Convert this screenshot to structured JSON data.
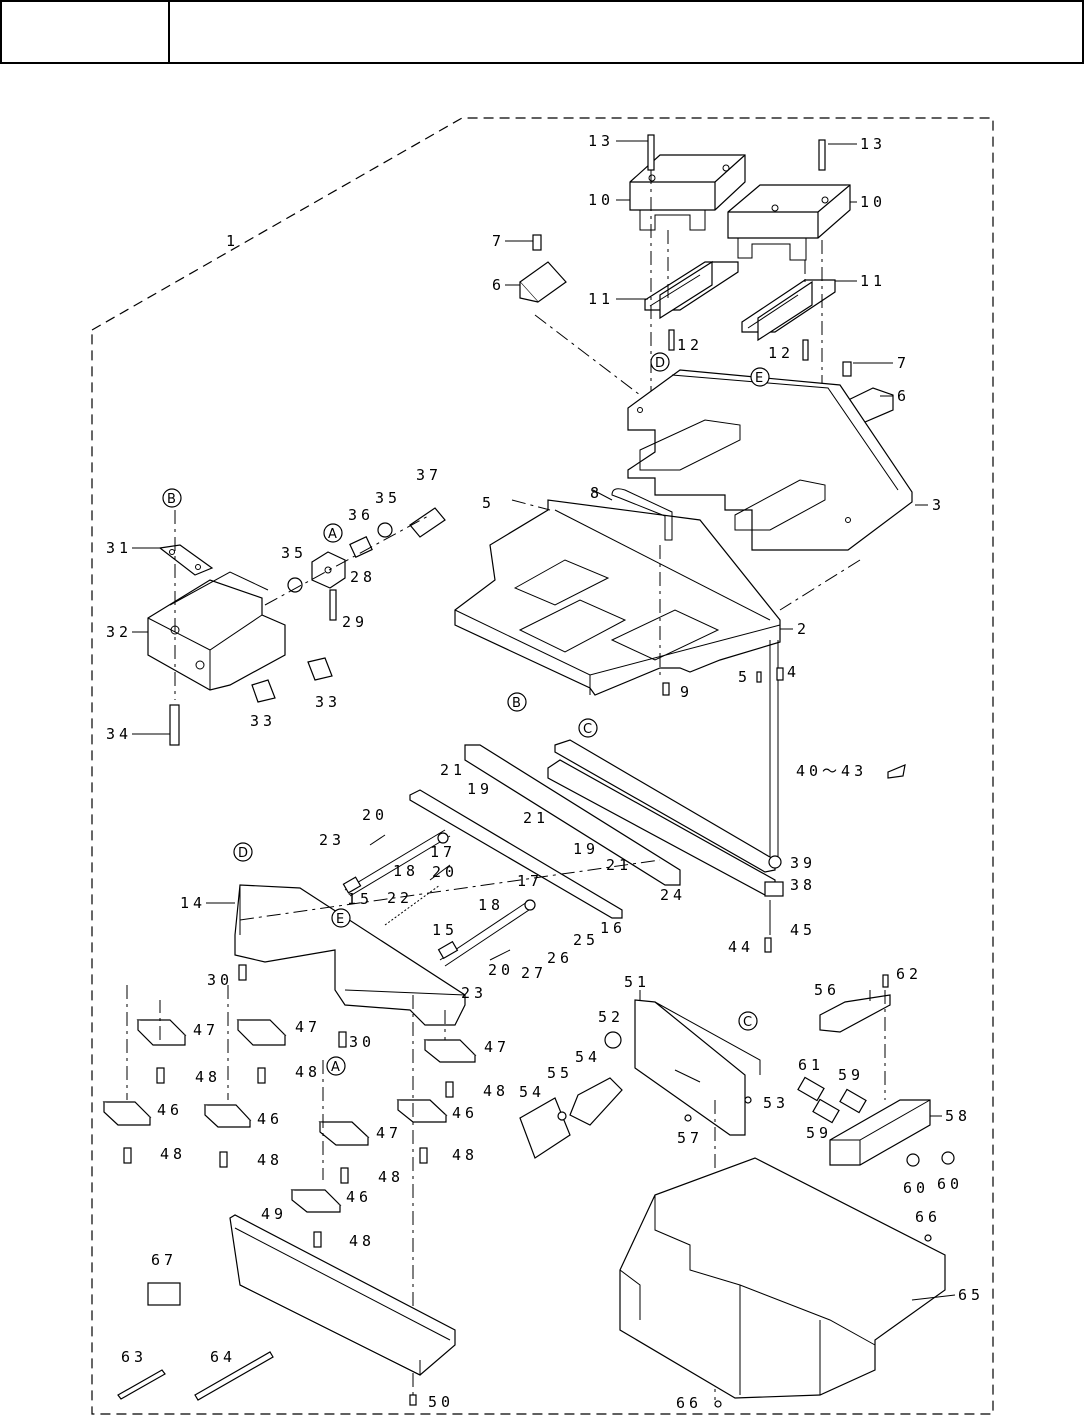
{
  "header": {
    "left_cell": "",
    "right_cell": ""
  },
  "labels": [
    {
      "id": "l1",
      "text": "1"
    },
    {
      "id": "l2",
      "text": "2"
    },
    {
      "id": "l3",
      "text": "3"
    },
    {
      "id": "l4",
      "text": "4"
    },
    {
      "id": "l5a",
      "text": "5"
    },
    {
      "id": "l5b",
      "text": "5"
    },
    {
      "id": "l6a",
      "text": "6"
    },
    {
      "id": "l6b",
      "text": "6"
    },
    {
      "id": "l7a",
      "text": "7"
    },
    {
      "id": "l7b",
      "text": "7"
    },
    {
      "id": "l8",
      "text": "8"
    },
    {
      "id": "l9",
      "text": "9"
    },
    {
      "id": "l10a",
      "text": "10"
    },
    {
      "id": "l10b",
      "text": "10"
    },
    {
      "id": "l11a",
      "text": "11"
    },
    {
      "id": "l11b",
      "text": "11"
    },
    {
      "id": "l12a",
      "text": "12"
    },
    {
      "id": "l12b",
      "text": "12"
    },
    {
      "id": "l13a",
      "text": "13"
    },
    {
      "id": "l13b",
      "text": "13"
    },
    {
      "id": "l14",
      "text": "14"
    },
    {
      "id": "l15a",
      "text": "15"
    },
    {
      "id": "l15b",
      "text": "15"
    },
    {
      "id": "l16",
      "text": "16"
    },
    {
      "id": "l17a",
      "text": "17"
    },
    {
      "id": "l17b",
      "text": "17"
    },
    {
      "id": "l18a",
      "text": "18"
    },
    {
      "id": "l18b",
      "text": "18"
    },
    {
      "id": "l19a",
      "text": "19"
    },
    {
      "id": "l19b",
      "text": "19"
    },
    {
      "id": "l20a",
      "text": "20"
    },
    {
      "id": "l20b",
      "text": "20"
    },
    {
      "id": "l20c",
      "text": "20"
    },
    {
      "id": "l21a",
      "text": "21"
    },
    {
      "id": "l21b",
      "text": "21"
    },
    {
      "id": "l21c",
      "text": "21"
    },
    {
      "id": "l22",
      "text": "22"
    },
    {
      "id": "l23a",
      "text": "23"
    },
    {
      "id": "l23b",
      "text": "23"
    },
    {
      "id": "l24",
      "text": "24"
    },
    {
      "id": "l25",
      "text": "25"
    },
    {
      "id": "l26",
      "text": "26"
    },
    {
      "id": "l27",
      "text": "27"
    },
    {
      "id": "l28",
      "text": "28"
    },
    {
      "id": "l29",
      "text": "29"
    },
    {
      "id": "l30a",
      "text": "30"
    },
    {
      "id": "l30b",
      "text": "30"
    },
    {
      "id": "l31",
      "text": "31"
    },
    {
      "id": "l32",
      "text": "32"
    },
    {
      "id": "l33a",
      "text": "33"
    },
    {
      "id": "l33b",
      "text": "33"
    },
    {
      "id": "l34",
      "text": "34"
    },
    {
      "id": "l35a",
      "text": "35"
    },
    {
      "id": "l35b",
      "text": "35"
    },
    {
      "id": "l36",
      "text": "36"
    },
    {
      "id": "l37",
      "text": "37"
    },
    {
      "id": "l38",
      "text": "38"
    },
    {
      "id": "l39",
      "text": "39"
    },
    {
      "id": "l4043",
      "text": "40～43"
    },
    {
      "id": "l44",
      "text": "44"
    },
    {
      "id": "l45",
      "text": "45"
    },
    {
      "id": "l46a",
      "text": "46"
    },
    {
      "id": "l46b",
      "text": "46"
    },
    {
      "id": "l46c",
      "text": "46"
    },
    {
      "id": "l46d",
      "text": "46"
    },
    {
      "id": "l47a",
      "text": "47"
    },
    {
      "id": "l47b",
      "text": "47"
    },
    {
      "id": "l47c",
      "text": "47"
    },
    {
      "id": "l47d",
      "text": "47"
    },
    {
      "id": "l48a",
      "text": "48"
    },
    {
      "id": "l48b",
      "text": "48"
    },
    {
      "id": "l48c",
      "text": "48"
    },
    {
      "id": "l48d",
      "text": "48"
    },
    {
      "id": "l48e",
      "text": "48"
    },
    {
      "id": "l48f",
      "text": "48"
    },
    {
      "id": "l48g",
      "text": "48"
    },
    {
      "id": "l48h",
      "text": "48"
    },
    {
      "id": "l49",
      "text": "49"
    },
    {
      "id": "l50",
      "text": "50"
    },
    {
      "id": "l51",
      "text": "51"
    },
    {
      "id": "l52",
      "text": "52"
    },
    {
      "id": "l53",
      "text": "53"
    },
    {
      "id": "l54a",
      "text": "54"
    },
    {
      "id": "l54b",
      "text": "54"
    },
    {
      "id": "l55",
      "text": "55"
    },
    {
      "id": "l56",
      "text": "56"
    },
    {
      "id": "l57",
      "text": "57"
    },
    {
      "id": "l58",
      "text": "58"
    },
    {
      "id": "l59a",
      "text": "59"
    },
    {
      "id": "l59b",
      "text": "59"
    },
    {
      "id": "l60a",
      "text": "60"
    },
    {
      "id": "l60b",
      "text": "60"
    },
    {
      "id": "l61",
      "text": "61"
    },
    {
      "id": "l62",
      "text": "62"
    },
    {
      "id": "l63",
      "text": "63"
    },
    {
      "id": "l64",
      "text": "64"
    },
    {
      "id": "l65",
      "text": "65"
    },
    {
      "id": "l66a",
      "text": "66"
    },
    {
      "id": "l66b",
      "text": "66"
    },
    {
      "id": "l67",
      "text": "67"
    }
  ],
  "markers": [
    {
      "id": "mA1",
      "text": "A"
    },
    {
      "id": "mA2",
      "text": "A"
    },
    {
      "id": "mB1",
      "text": "B"
    },
    {
      "id": "mB2",
      "text": "B"
    },
    {
      "id": "mC1",
      "text": "C"
    },
    {
      "id": "mC2",
      "text": "C"
    },
    {
      "id": "mD1",
      "text": "D"
    },
    {
      "id": "mD2",
      "text": "D"
    },
    {
      "id": "mE1",
      "text": "E"
    },
    {
      "id": "mE2",
      "text": "E"
    }
  ]
}
